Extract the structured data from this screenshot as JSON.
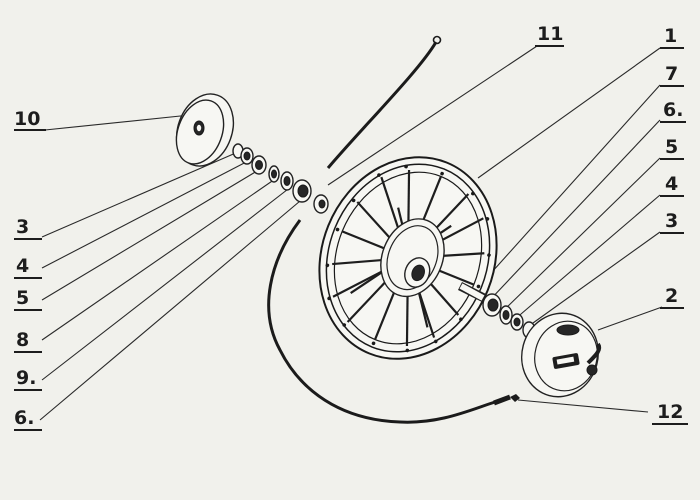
{
  "figure": {
    "labels_left": [
      "10",
      "3",
      "4",
      "5",
      "8",
      "9.",
      "6."
    ],
    "labels_right": [
      "11",
      "1",
      "7",
      "6.",
      "5",
      "4",
      "3",
      "2",
      "12"
    ]
  },
  "colors": {
    "paper": "#f1f1ec",
    "ink": "#1d1d1d"
  }
}
